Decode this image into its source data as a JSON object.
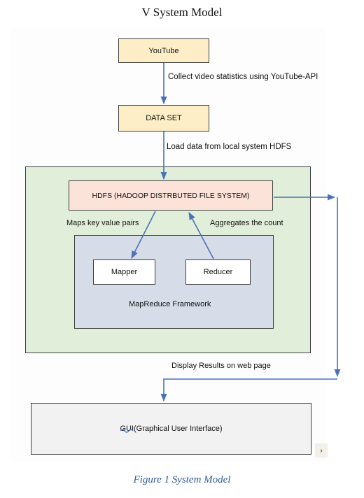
{
  "heading": "V System Model",
  "nodes": {
    "youtube": "YouTube",
    "dataset": "DATA SET",
    "hdfs": "HDFS (HADOOP DISTRBUTED FILE SYSTEM)",
    "mapper": "Mapper",
    "reducer": "Reducer",
    "mapreduce": "MapReduce Framework",
    "gui": "GUI(Graphical User Interface)"
  },
  "edges": {
    "collect": "Collect video statistics using YouTube-API",
    "load": "Load data from local system HDFS",
    "maps": "Maps key value pairs",
    "aggregates": "Aggregates the count",
    "display": "Display Results on web page"
  },
  "corner_mark": "›",
  "caption": "Figure 1 System Model",
  "colors": {
    "arrow": "#4a72b8",
    "caption": "#2e5b9a",
    "source_box": "#fdeec7",
    "cluster_box": "#e1eed9",
    "hdfs_box": "#fbe3d9",
    "mapreduce_box": "#d6dde9",
    "gui_box": "#f2f2f2"
  }
}
